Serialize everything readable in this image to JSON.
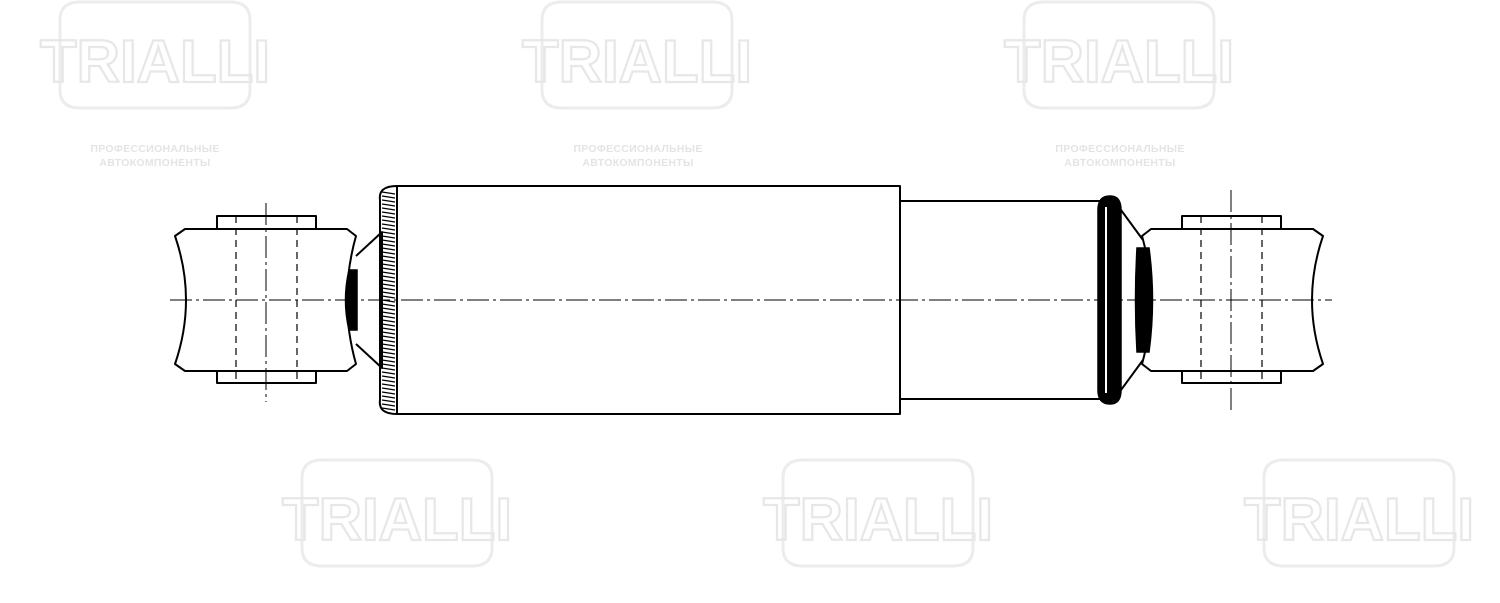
{
  "watermark": {
    "brand": "TRIALLI",
    "tagline_line1": "ПРОФЕССИОНАЛЬНЫЕ",
    "tagline_line2": "АВТОКОМПОНЕНТЫ",
    "color": "#e7e7e7"
  },
  "drawing": {
    "part": "shock-absorber",
    "line_color": "#000000",
    "background": "#ffffff"
  }
}
